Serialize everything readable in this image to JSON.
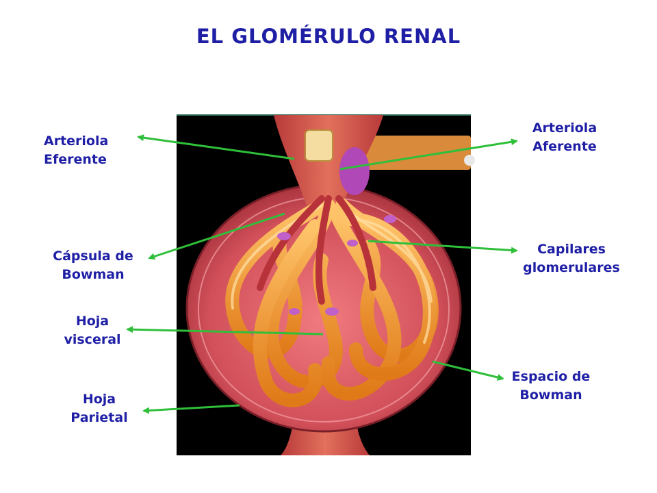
{
  "title": "EL GLOMÉRULO RENAL",
  "colors": {
    "label_text": "#1f1fa6",
    "arrow": "#2fbf3a",
    "panel_bg": "#000000",
    "capillary": "#f29a2e",
    "capsule": "#c84a52"
  },
  "labels": {
    "arteriola_eferente": {
      "line1": "Arteriola",
      "line2": "Eferente"
    },
    "arteriola_aferente": {
      "line1": "Arteriola",
      "line2": "Aferente"
    },
    "capsula_bowman": {
      "line1": "Cápsula de",
      "line2": "Bowman"
    },
    "capilares": {
      "line1": "Capilares",
      "line2": "glomerulares"
    },
    "hoja_visceral": {
      "line1": "Hoja",
      "line2": "visceral"
    },
    "espacio_bowman": {
      "line1": "Espacio de",
      "line2": "Bowman"
    },
    "hoja_parietal": {
      "line1": "Hoja",
      "line2": "Parietal"
    }
  }
}
